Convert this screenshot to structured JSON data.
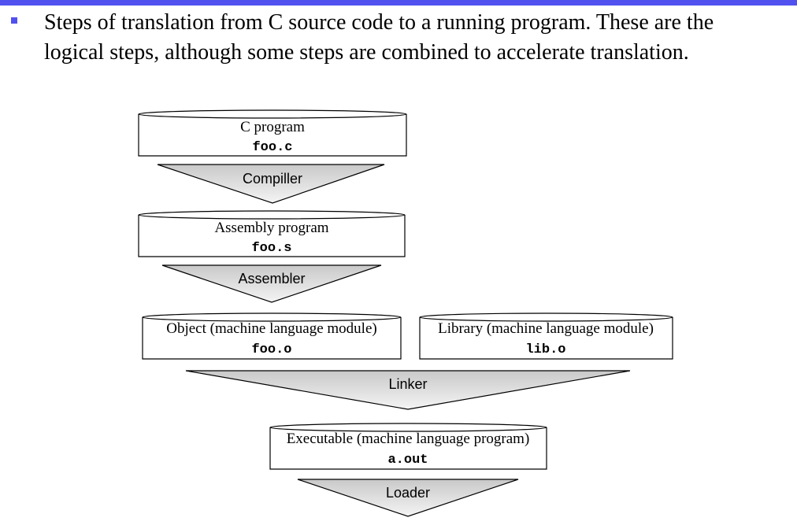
{
  "slide": {
    "bullet": "Steps of translation from C source code to a running program. These are the logical steps, although some steps are combined to accelerate translation."
  },
  "diagram": {
    "c_program": {
      "title": "C program",
      "file": "foo.c"
    },
    "compiler": "Compiller",
    "assembly_program": {
      "title": "Assembly program",
      "file": "foo.s"
    },
    "assembler": "Assembler",
    "object_module": {
      "title": "Object (machine language module)",
      "file": "foo.o"
    },
    "library_module": {
      "title": "Library (machine language module)",
      "file": "lib.o"
    },
    "linker": "Linker",
    "executable": {
      "title": "Executable (machine language program)",
      "file": "a.out"
    },
    "loader": "Loader"
  },
  "colors": {
    "accent": "#5151f0",
    "stroke": "#000000"
  }
}
